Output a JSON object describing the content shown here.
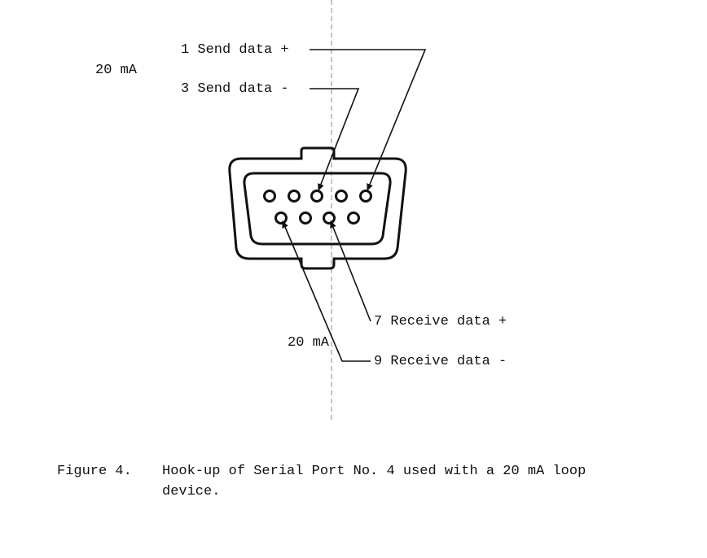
{
  "labels": {
    "pin1": "1 Send data +",
    "pin3": "3 Send data -",
    "pin7": "7 Receive data +",
    "pin9": "9 Receive data -",
    "current_top": "20 mA",
    "current_bottom": "20 mA"
  },
  "caption": {
    "number": "Figure 4.",
    "line1": "Hook-up of Serial Port No. 4 used with a 20 mA loop",
    "line2": "device."
  },
  "connector": {
    "type": "DB-9",
    "top_row_pins": 5,
    "bottom_row_pins": 4
  }
}
